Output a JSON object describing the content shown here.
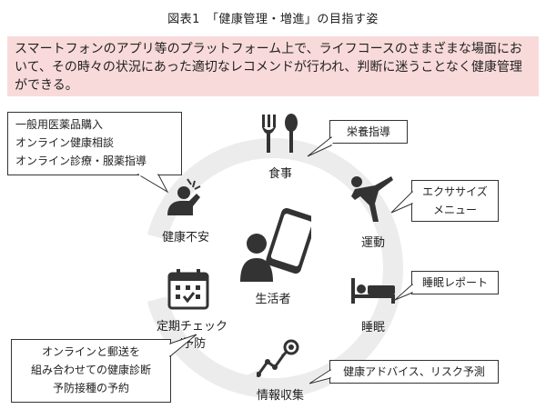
{
  "figure": {
    "title": "図表1　「健康管理・増進」の目指す姿"
  },
  "banner": {
    "text": "スマートフォンのアプリ等のプラットフォーム上で、ライフコースのさまざまな場面において、その時々の状況にあった適切なレコメンドが行われ、判断に迷うことなく健康管理ができる。"
  },
  "center": {
    "label": "生活者"
  },
  "nodes": {
    "meal": {
      "label": "食事"
    },
    "exercise": {
      "label": "運動"
    },
    "sleep": {
      "label": "睡眠"
    },
    "info": {
      "label": "情報収集"
    },
    "checkup": {
      "label": "定期チェック\n/予防"
    },
    "unwell": {
      "label": "健康不安"
    }
  },
  "callouts": {
    "nutrition": {
      "lines": [
        "栄養指導"
      ]
    },
    "exercise_menu": {
      "lines": [
        "エクササイズ",
        "メニュー"
      ]
    },
    "sleep_report": {
      "lines": [
        "睡眠レポート"
      ]
    },
    "health_advice": {
      "lines": [
        "健康アドバイス、リスク予測"
      ]
    },
    "online_checkup": {
      "lines": [
        "オンラインと郵送を",
        "組み合わせての健康診断",
        "予防接種の予約"
      ]
    },
    "otc": {
      "lines": [
        "一般用医薬品購入",
        "オンライン健康相談",
        "オンライン診療・服薬指導"
      ]
    }
  },
  "colors": {
    "banner_bg": "#f9dada",
    "ring": "#ececec",
    "icon": "#333333"
  }
}
